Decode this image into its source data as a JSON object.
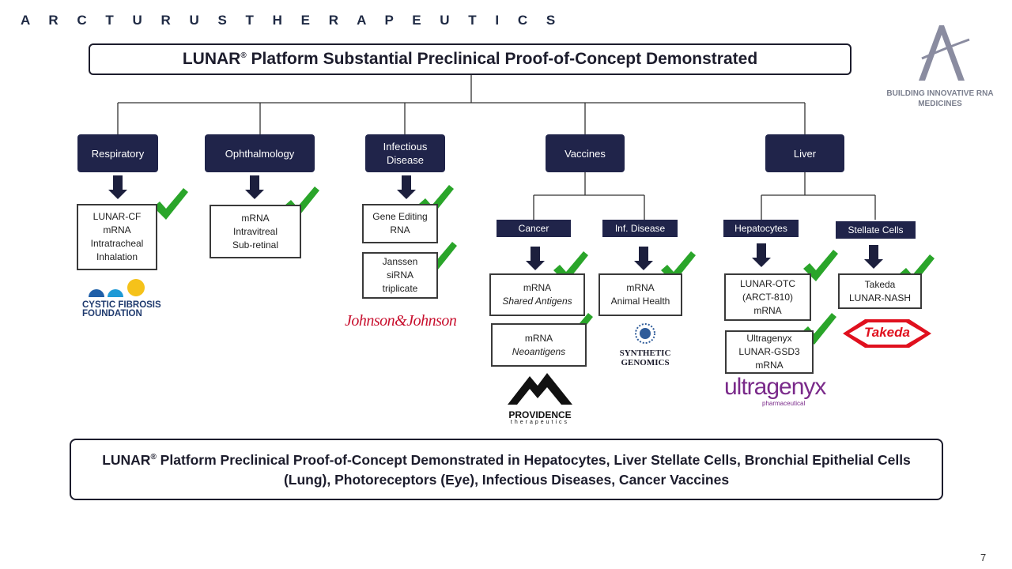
{
  "header": {
    "brand": "A R C T U R U S  T H E R A P E U T I C S",
    "tagline": "BUILDING INNOVATIVE RNA MEDICINES"
  },
  "title": {
    "main": "LUNAR",
    "reg": "®",
    "rest": " Platform Substantial Preclinical Proof-of-Concept Demonstrated"
  },
  "categories": {
    "respiratory": "Respiratory",
    "ophthalmology": "Ophthalmology",
    "infectious": "Infectious Disease",
    "vaccines": "Vaccines",
    "liver": "Liver"
  },
  "subcategories": {
    "cancer": "Cancer",
    "inf_disease": "Inf. Disease",
    "hepatocytes": "Hepatocytes",
    "stellate": "Stellate Cells"
  },
  "results": {
    "lunar_cf": [
      "LUNAR-CF",
      "mRNA",
      "Intratracheal",
      "Inhalation"
    ],
    "mrna_eye": [
      "mRNA",
      "Intravitreal",
      "Sub-retinal"
    ],
    "gene_editing": [
      "Gene Editing",
      "RNA"
    ],
    "janssen": [
      "Janssen",
      "siRNA",
      "triplicate"
    ],
    "shared_antigens": [
      "mRNA",
      "Shared Antigens"
    ],
    "animal_health": [
      "mRNA",
      "Animal Health"
    ],
    "neoantigens": [
      "mRNA",
      "Neoantigens"
    ],
    "lunar_otc": [
      "LUNAR-OTC",
      "(ARCT-810)",
      "mRNA"
    ],
    "takeda_nash": [
      "Takeda",
      "LUNAR-NASH"
    ],
    "ultragenyx": [
      "Ultragenyx",
      "LUNAR-GSD3",
      "mRNA"
    ]
  },
  "partners": {
    "cff": [
      "CYSTIC FIBROSIS",
      "FOUNDATION"
    ],
    "jnj": "Johnson&Johnson",
    "synthetic": "SYNTHETIC GENOMICS",
    "providence": [
      "PROVIDENCE",
      "therapeutics"
    ],
    "ultragenyx": [
      "ultragenyx",
      "pharmaceutical"
    ],
    "takeda": "Takeda"
  },
  "footer": {
    "main": "LUNAR",
    "reg": "®",
    "line1": " Platform Preclinical Proof-of-Concept Demonstrated in Hepatocytes, Liver Stellate Cells, Bronchial Epithelial Cells",
    "line2": "(Lung), Photoreceptors (Eye), Infectious Diseases, Cancer Vaccines"
  },
  "page_number": "7",
  "colors": {
    "navy": "#20244a",
    "check": "#2aa52a",
    "border": "#1c1c2c"
  }
}
